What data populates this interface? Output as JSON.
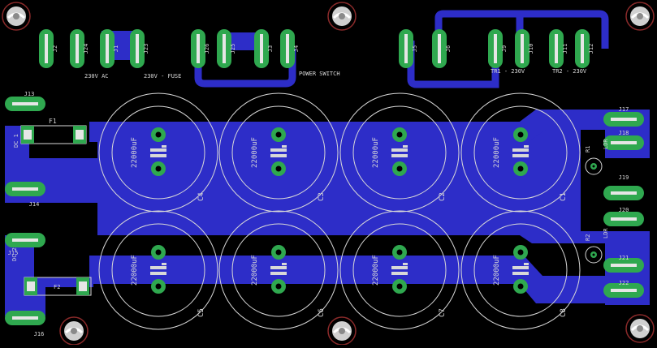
{
  "colors": {
    "background": "#000000",
    "copper": "#2d2dc8",
    "copper_dark": "#1e1e9a",
    "pad": "#2fa84f",
    "pad_light": "#e6e6e6",
    "silk": "#d8d8d8",
    "drill": "#8a2a2a"
  },
  "header_labels": {
    "ac_in": "230V AC",
    "fuse": "230V - FUSE",
    "power_switch": "POWER SWITCH",
    "tr1": "TR1 - 230V",
    "tr2": "TR2 - 230V"
  },
  "top_connectors": [
    {
      "ref": "J2"
    },
    {
      "ref": "J24"
    },
    {
      "ref": "J1"
    },
    {
      "ref": "J23"
    },
    {
      "ref": "J26"
    },
    {
      "ref": "J25"
    },
    {
      "ref": "J3"
    },
    {
      "ref": "J4"
    },
    {
      "ref": "J5"
    },
    {
      "ref": "J6"
    },
    {
      "ref": "J9"
    },
    {
      "ref": "J10"
    },
    {
      "ref": "J11"
    },
    {
      "ref": "J12"
    }
  ],
  "left_connectors": [
    {
      "ref": "J13"
    },
    {
      "ref": "J14"
    },
    {
      "ref": "J15"
    },
    {
      "ref": "J16"
    }
  ],
  "right_connectors": [
    {
      "ref": "J17"
    },
    {
      "ref": "J18"
    },
    {
      "ref": "J19"
    },
    {
      "ref": "J20"
    },
    {
      "ref": "J21"
    },
    {
      "ref": "J22"
    }
  ],
  "fuses": [
    {
      "ref": "F1",
      "label": "DC 1"
    },
    {
      "ref": "F2",
      "label": "DC 2"
    }
  ],
  "resistors": [
    {
      "ref": "R1",
      "value": "LDR"
    },
    {
      "ref": "R2",
      "value": "LDR"
    }
  ],
  "capacitors": [
    {
      "ref": "C4",
      "value": "22000uF"
    },
    {
      "ref": "C3",
      "value": "22000uF"
    },
    {
      "ref": "C2",
      "value": "22000uF"
    },
    {
      "ref": "C1",
      "value": "22000uF"
    },
    {
      "ref": "C5",
      "value": "22000uF"
    },
    {
      "ref": "C6",
      "value": "22000uF"
    },
    {
      "ref": "C7",
      "value": "22000uF"
    },
    {
      "ref": "C8",
      "value": "22000uF"
    }
  ]
}
